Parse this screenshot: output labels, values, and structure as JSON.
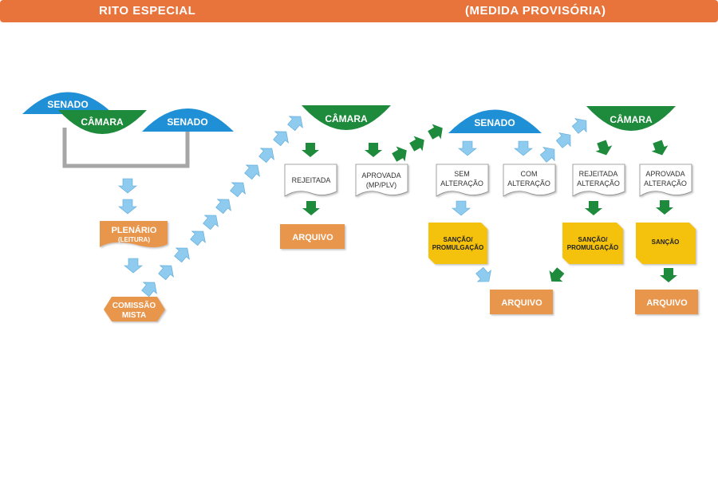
{
  "header": {
    "left_title": "RITO ESPECIAL",
    "right_title": "(MEDIDA PROVISÓRIA)"
  },
  "colors": {
    "banner": "#e8743b",
    "senado_blue": "#1f8fd6",
    "camara_green": "#1d8a3c",
    "orange_box": "#e9964d",
    "yellow_box": "#f4c20d",
    "light_arrow": "#8ecbef",
    "green_arrow": "#1d8a3c",
    "connector_gray": "#a6a6a6"
  },
  "diagram": {
    "senado_1": "SENADO",
    "camara_1": "CÂMARA",
    "senado_2": "SENADO",
    "plenario": "PLENÁRIO",
    "plenario_sub": "(LEITURA)",
    "comissao_line1": "COMISSÃO",
    "comissao_line2": "MISTA",
    "camara_2": "CÂMARA",
    "rejeitada": "REJEITADA",
    "aprovada_line1": "APROVADA",
    "aprovada_line2": "(MP/PLV)",
    "arquivo_1": "ARQUIVO",
    "senado_3": "SENADO",
    "sem_line1": "SEM",
    "sem_line2": "ALTERAÇÃO",
    "com_line1": "COM",
    "com_line2": "ALTERAÇÃO",
    "sancao_prom_1_line1": "SANÇÃO/",
    "sancao_prom_1_line2": "PROMULGAÇÃO",
    "camara_3": "CÂMARA",
    "rej_alt_line1": "REJEITADA",
    "rej_alt_line2": "ALTERAÇÃO",
    "apr_alt_line1": "APROVADA",
    "apr_alt_line2": "ALTERAÇÃO",
    "sancao_prom_2_line1": "SANÇÃO/",
    "sancao_prom_2_line2": "PROMULGAÇÃO",
    "sancao": "SANÇÃO",
    "arquivo_2": "ARQUIVO",
    "arquivo_3": "ARQUIVO"
  }
}
